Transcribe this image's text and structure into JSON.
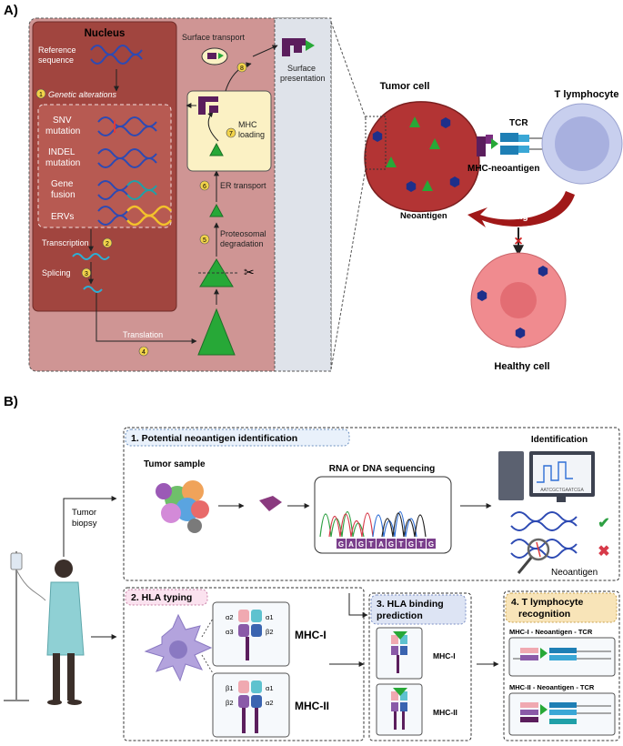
{
  "panel_a": {
    "label": "A)",
    "nucleus_title": "Nucleus",
    "reference_sequence": [
      "Reference",
      "sequence"
    ],
    "genetic_alterations": "Genetic alterations",
    "snv": [
      "SNV",
      "mutation"
    ],
    "indel": [
      "INDEL",
      "mutation"
    ],
    "gene_fusion": [
      "Gene",
      "fusion"
    ],
    "ervs": "ERVs",
    "transcription": "Transcription",
    "splicing": "Splicing",
    "translation": "Translation",
    "proteosomal": [
      "Proteosomal",
      "degradation"
    ],
    "er_transport": "ER transport",
    "mhc_loading": [
      "MHC",
      "loading"
    ],
    "surface_transport": "Surface transport",
    "surface_presentation": [
      "Surface",
      "presentation"
    ],
    "tumor_cell": "Tumor cell",
    "t_lymphocyte": "T lymphocyte",
    "tcr": "TCR",
    "mhc_neoantigen": "MHC-neoantigen",
    "neoantigen": "Neoantigen",
    "killing": "Killing",
    "healthy_cell": "Healthy cell",
    "steps": [
      "1",
      "2",
      "3",
      "4",
      "5",
      "6",
      "7",
      "8"
    ]
  },
  "panel_b": {
    "label": "B)",
    "tumor_biopsy": [
      "Tumor",
      "biopsy"
    ],
    "box1_title": "1.  Potential neoantigen identification",
    "tumor_sample": "Tumor sample",
    "sequencing": "RNA or DNA sequencing",
    "sequence_letters": [
      "G",
      "A",
      "G",
      "T",
      "A",
      "G",
      "T",
      "G",
      "T",
      "G"
    ],
    "identification": "Identification",
    "screen_text": "AATCGCTGAATCGA",
    "neoantigen": "Neoantigen",
    "box2_title": "2. HLA typing",
    "mhc1": "MHC-I",
    "mhc2": "MHC-II",
    "chains_1": [
      "α2",
      "α1",
      "α3",
      "β2"
    ],
    "chains_2": [
      "β1",
      "α1",
      "β2",
      "α2"
    ],
    "box3_title": [
      "3. HLA binding",
      "prediction"
    ],
    "box3_mhc1": "MHC-I",
    "box3_mhc2": "MHC-II",
    "box4_title": [
      "4. T lymphocyte",
      "recognition"
    ],
    "box4_row1": "MHC-I - Neoantigen - TCR",
    "box4_row2": "MHC-II - Neoantigen - TCR"
  },
  "colors": {
    "nucleus": "#a1453f",
    "cytoplasm": "#cf9594",
    "er_box": "#fbf1c4",
    "tumor": "#b33434",
    "healthy": "#f08b8f",
    "tcell": "#c8cfee",
    "arrow_red": "#a01818",
    "neo_green": "#27a837",
    "mhc_purple": "#5b1e5d"
  }
}
